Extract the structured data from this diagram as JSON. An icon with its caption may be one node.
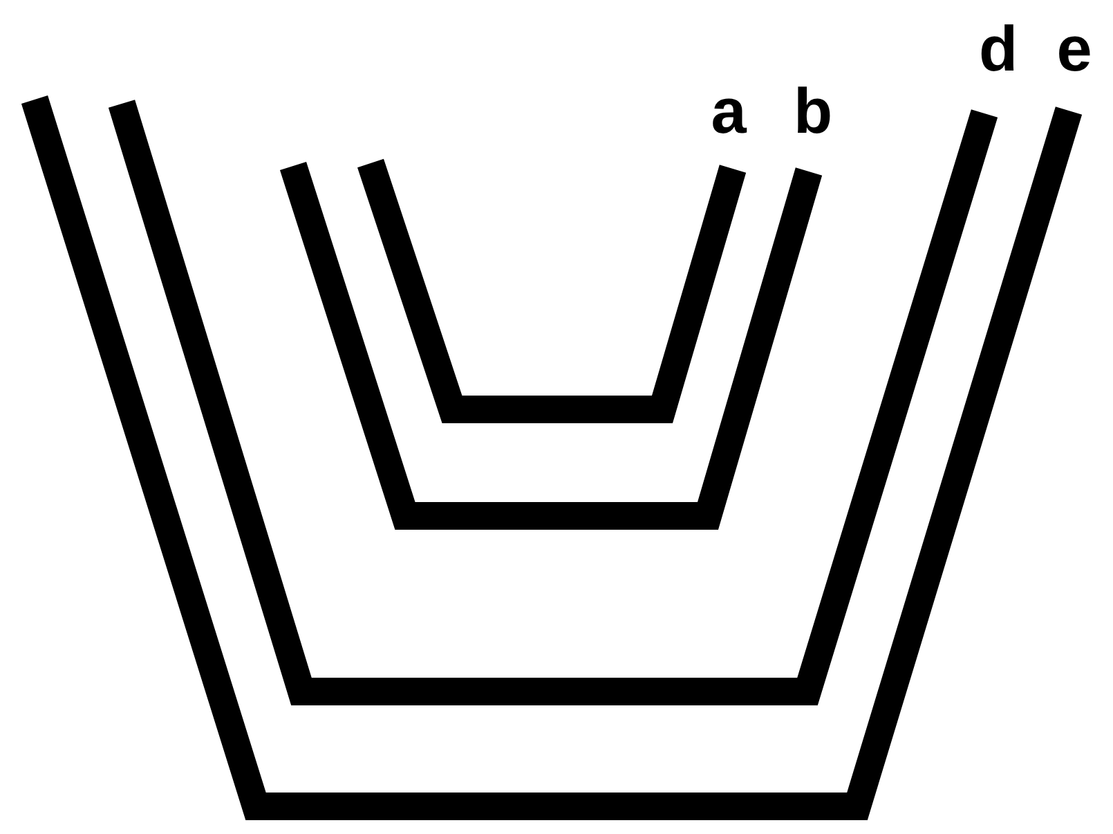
{
  "diagram": {
    "labels": [
      "a",
      "b",
      "d",
      "e"
    ]
  }
}
